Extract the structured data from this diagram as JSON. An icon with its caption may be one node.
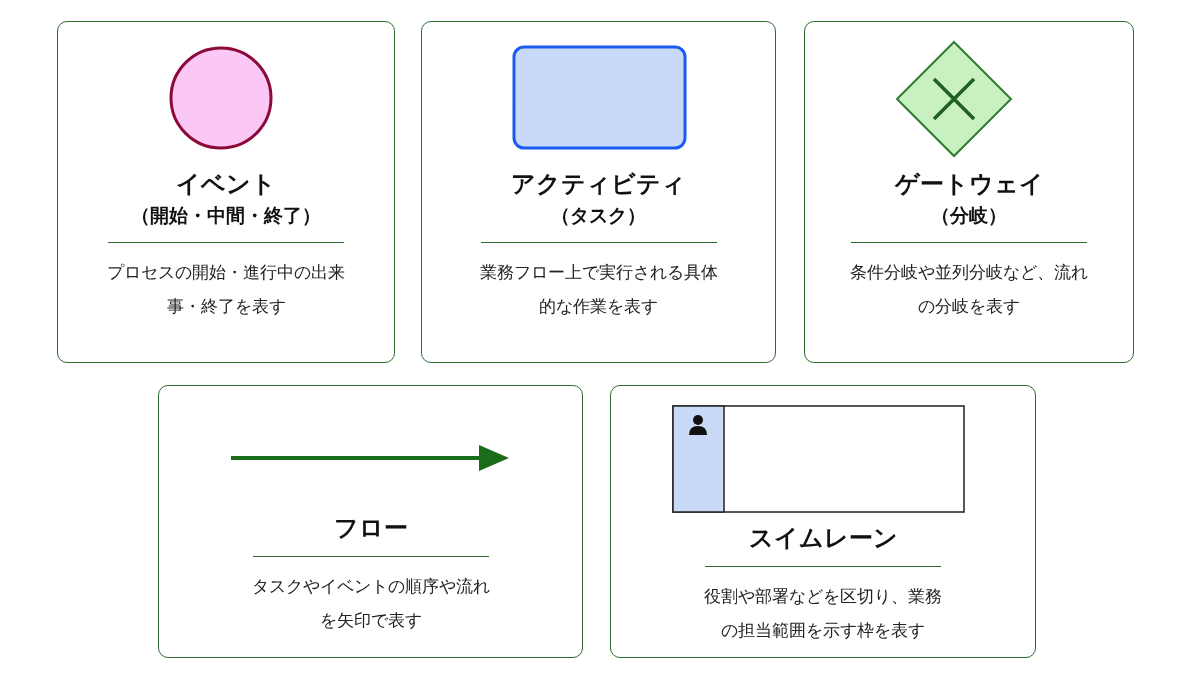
{
  "diagram": {
    "nodes": [
      {
        "text": [
          "イベント",
          "（開始・中間・終了）",
          "プロセスの開始・進行中の出来事・終了を表す"
        ]
      },
      {
        "text": [
          "アクティビティ",
          "（タスク）",
          "業務フロー上で実行される具体的な作業を表す"
        ]
      },
      {
        "text": [
          "ゲートウェイ",
          "（分岐）",
          "条件分岐や並列分岐など、流れの分岐を表す"
        ]
      },
      {
        "text": [
          "フロー",
          "タスクやイベントの順序や流れを矢印で表す"
        ]
      },
      {
        "text": [
          "スイムレーン",
          "役割や部署などを区切り、業務の担当範囲を示す枠を表す"
        ]
      }
    ]
  }
}
